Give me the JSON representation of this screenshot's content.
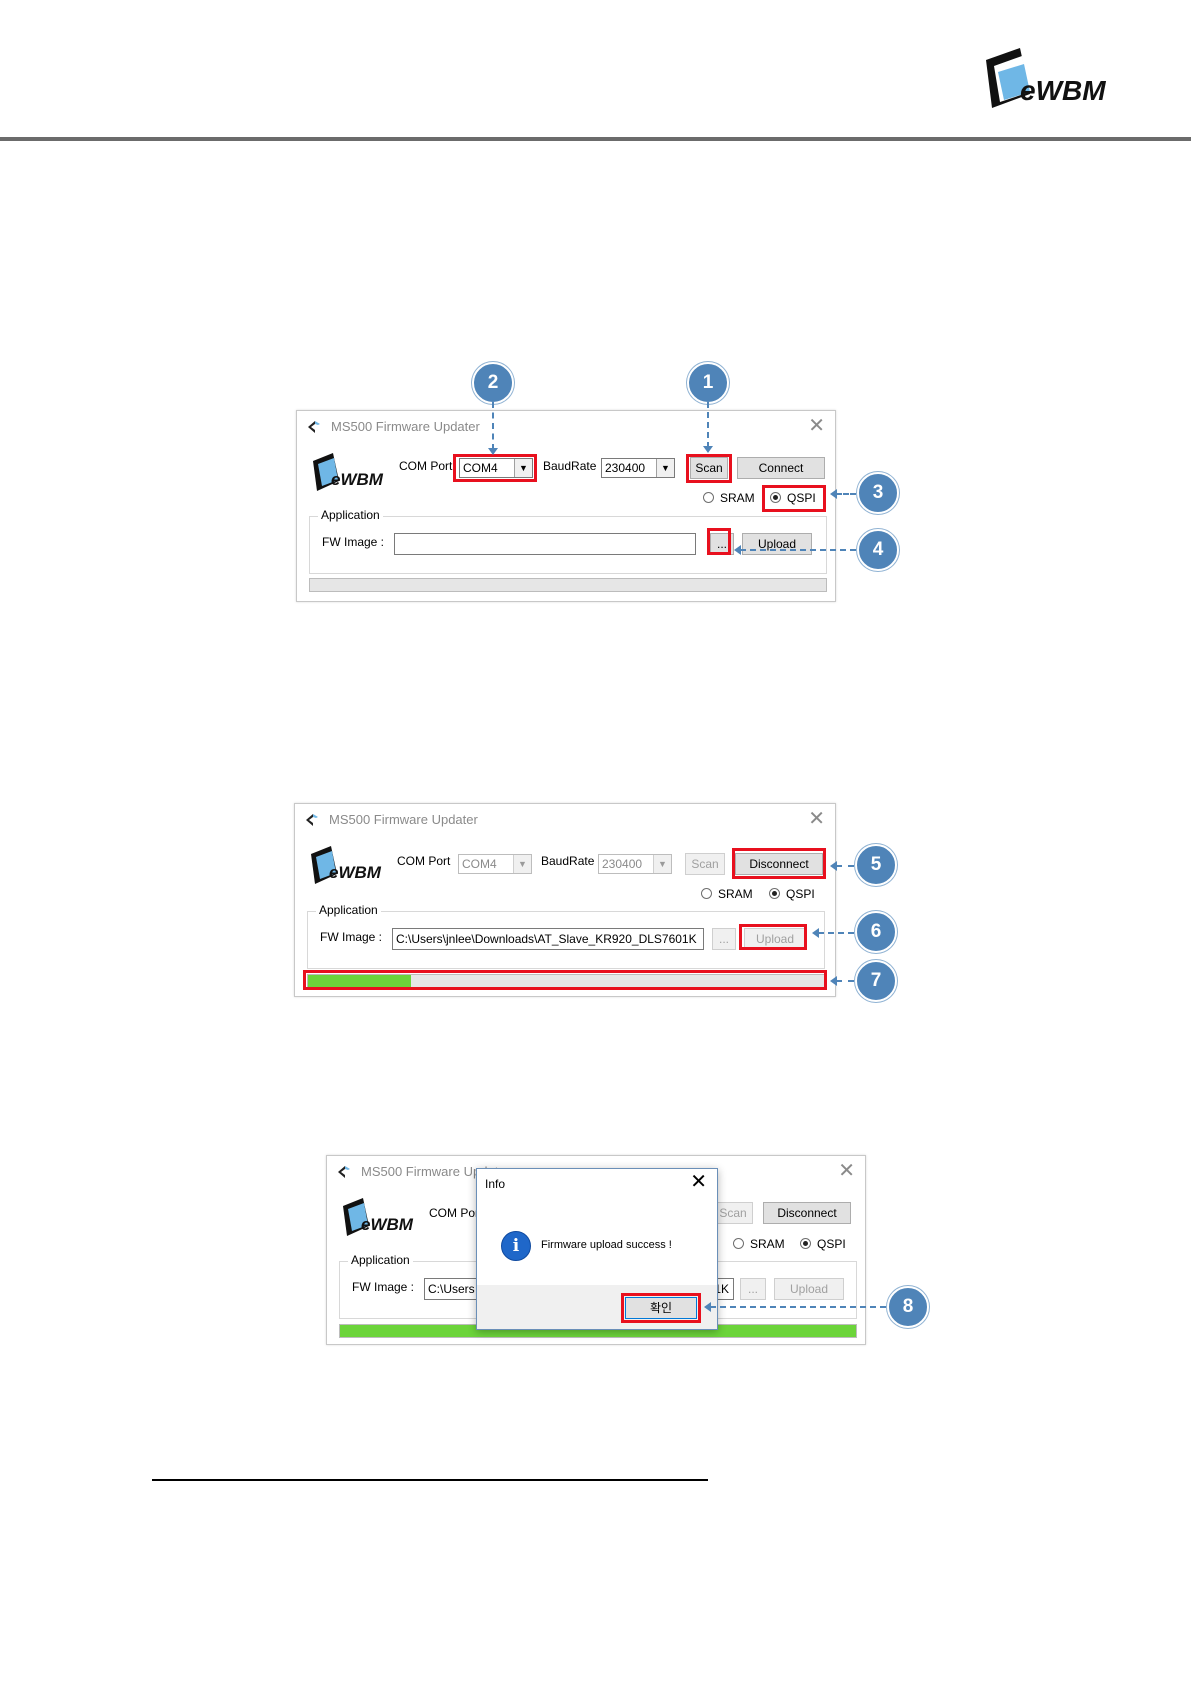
{
  "doc": {
    "header_logo_text": "eWBM"
  },
  "window1": {
    "title": "MS500 Firmware Updater",
    "close": "✕",
    "brand": "eWBM",
    "com_port_label": "COM Port",
    "com_port_value": "COM4",
    "baud_label": "BaudRate",
    "baud_value": "230400",
    "scan_label": "Scan",
    "connect_label": "Connect",
    "sram_label": "SRAM",
    "qspi_label": "QSPI",
    "selected_memory": "QSPI",
    "group_label": "Application",
    "fw_label": "FW Image :",
    "fw_value": "",
    "browse_label": "...",
    "upload_label": "Upload",
    "progress": 0
  },
  "window2": {
    "title": "MS500 Firmware Updater",
    "close": "✕",
    "brand": "eWBM",
    "com_port_label": "COM Port",
    "com_port_value": "COM4",
    "baud_label": "BaudRate",
    "baud_value": "230400",
    "scan_label": "Scan",
    "disconnect_label": "Disconnect",
    "sram_label": "SRAM",
    "qspi_label": "QSPI",
    "selected_memory": "QSPI",
    "group_label": "Application",
    "fw_label": "FW Image :",
    "fw_value": "C:\\Users\\jnlee\\Downloads\\AT_Slave_KR920_DLS7601K",
    "browse_label": "...",
    "upload_label": "Upload",
    "progress": 0.2
  },
  "window3": {
    "title": "MS500 Firmware Updater",
    "close": "✕",
    "brand": "eWBM",
    "com_port_label": "COM Port",
    "scan_label": "Scan",
    "disconnect_label": "Disconnect",
    "sram_label": "SRAM",
    "qspi_label": "QSPI",
    "selected_memory": "QSPI",
    "group_label": "Application",
    "fw_label": "FW Image :",
    "fw_value": "C:\\Users",
    "fw_value_tail": "1K",
    "browse_label": "...",
    "upload_label": "Upload",
    "progress": 1.0,
    "dialog": {
      "title": "Info",
      "close": "✕",
      "message": "Firmware upload success !",
      "ok_label": "확인"
    }
  },
  "callouts": [
    "1",
    "2",
    "3",
    "4",
    "5",
    "6",
    "7",
    "8"
  ],
  "colors": {
    "highlight": "#e8101e",
    "callout": "#4f84b8",
    "progress_fill": "#6cd43a",
    "info_icon": "#1f67c9"
  }
}
